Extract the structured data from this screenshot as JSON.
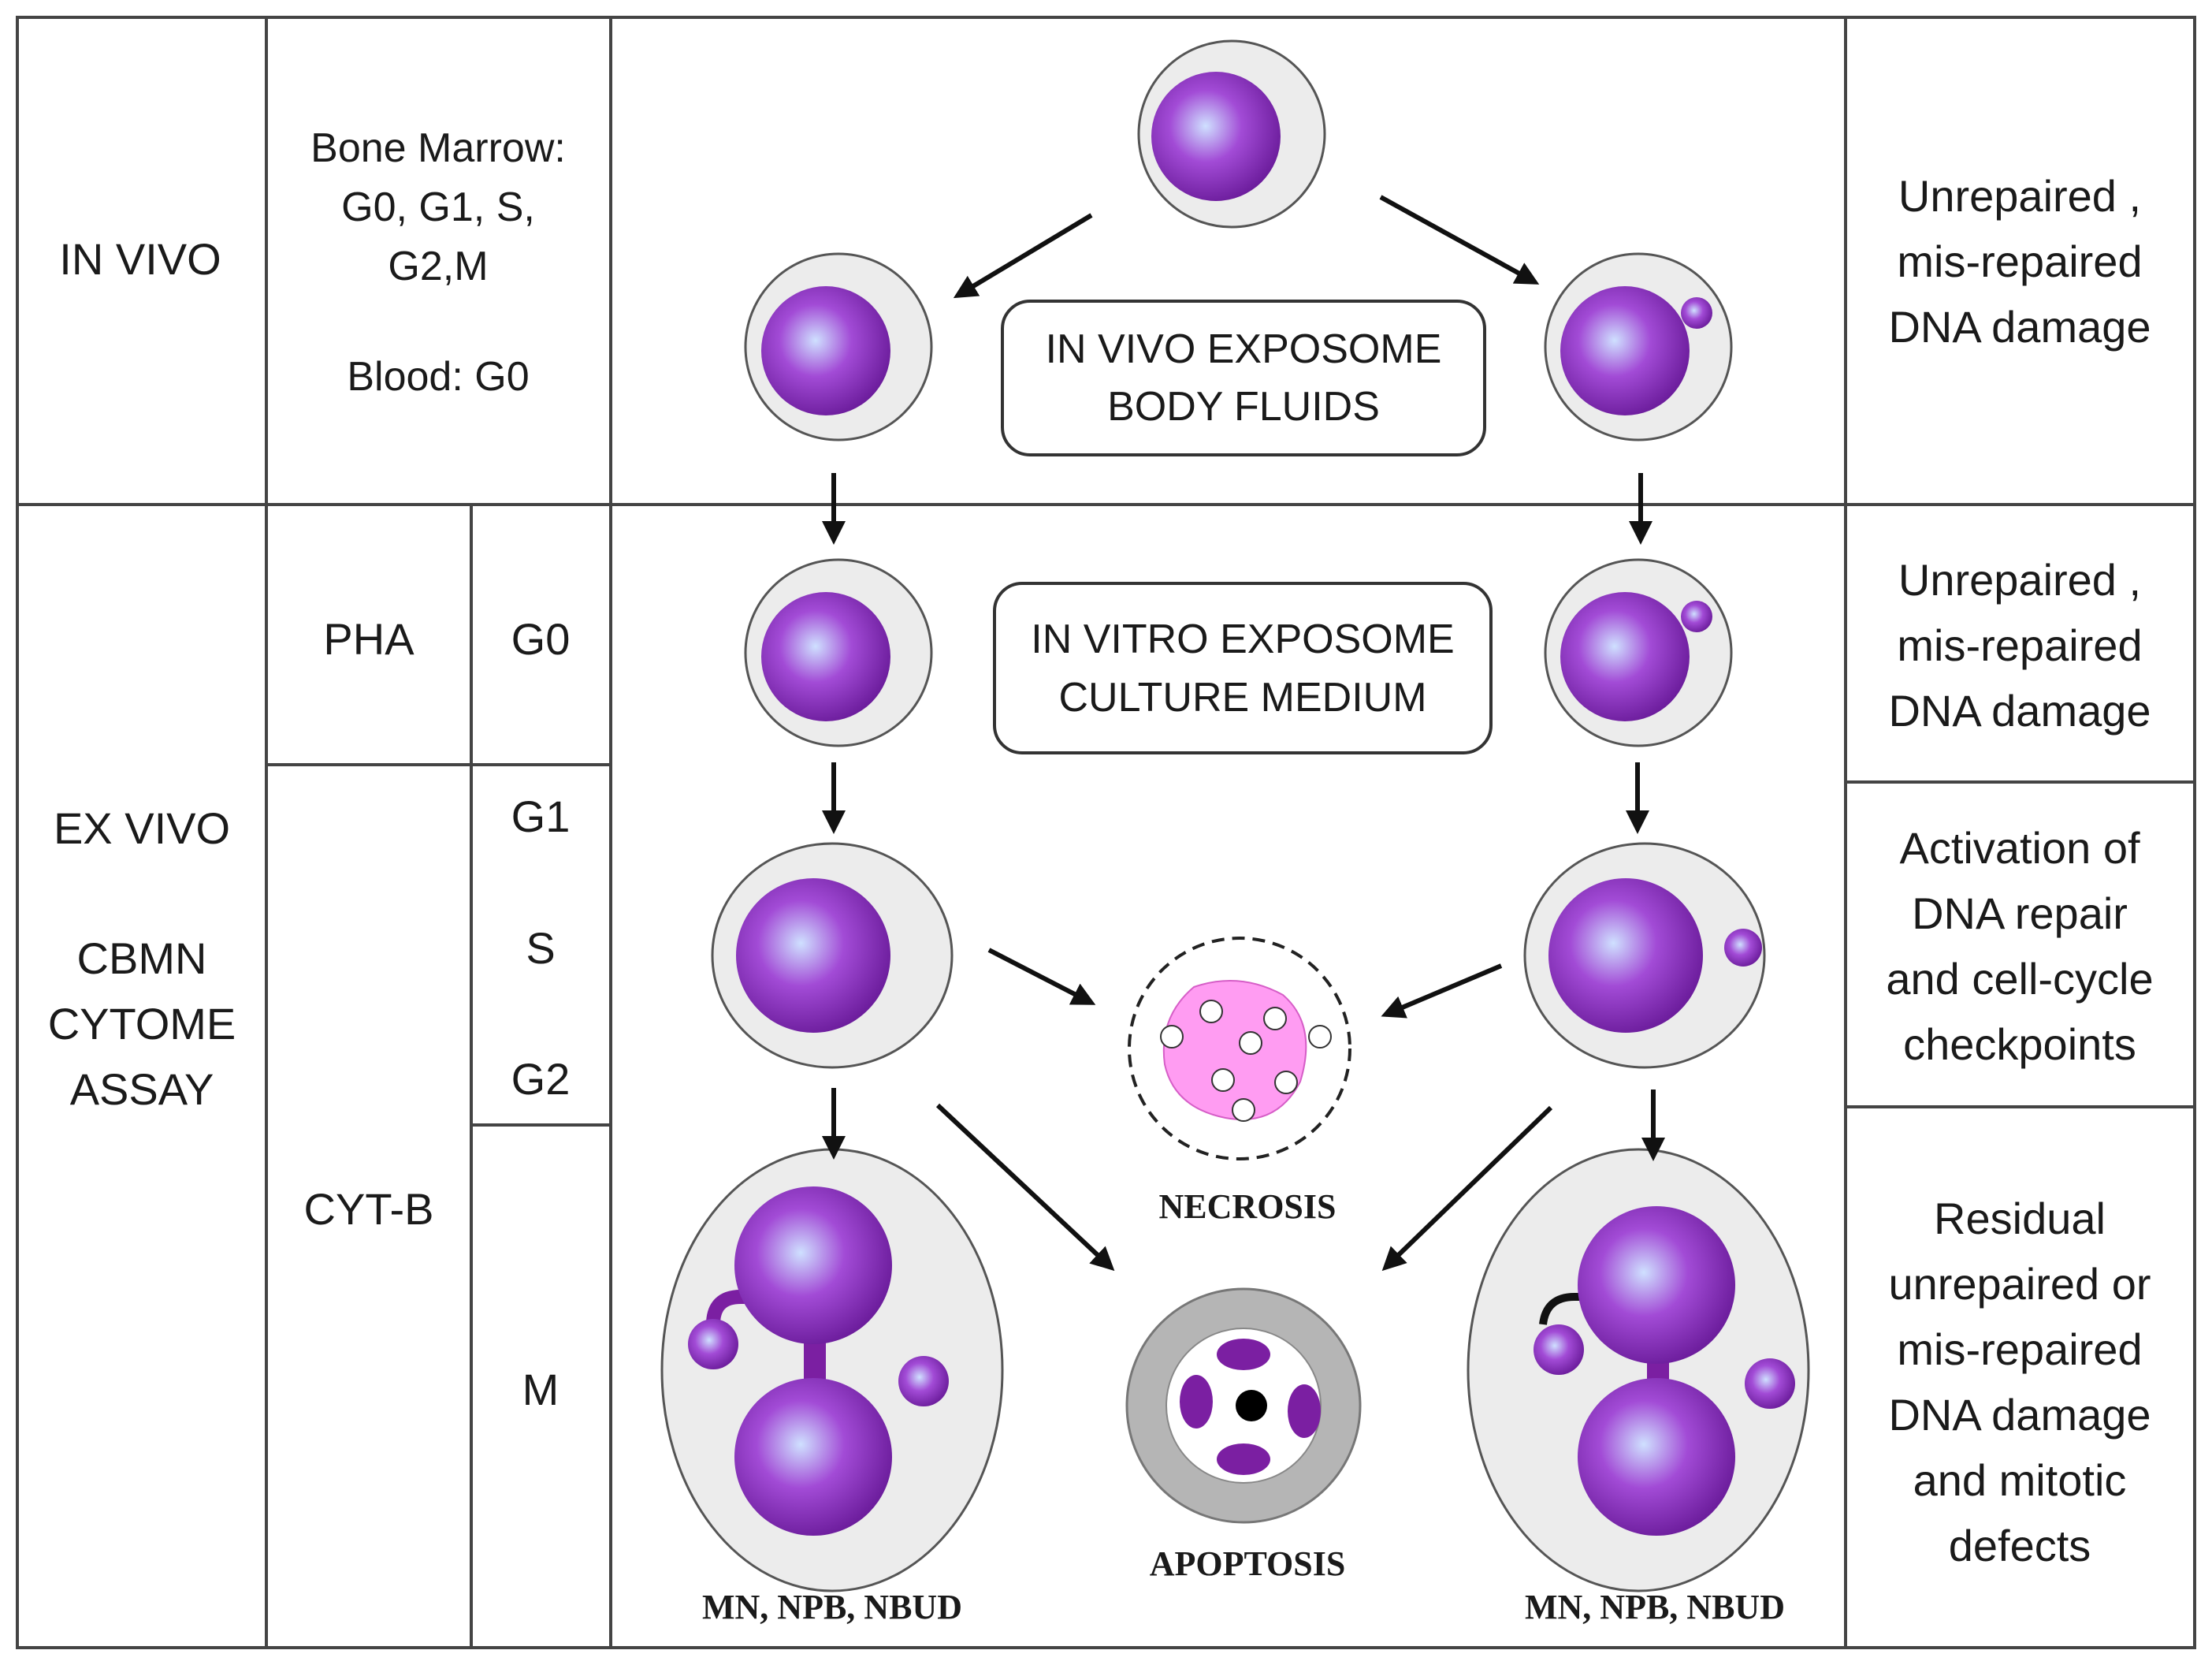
{
  "rows": {
    "in_vivo": {
      "label": "IN VIVO"
    },
    "ex_vivo": {
      "label": "EX VIVO",
      "assay_lines": [
        "CBMN",
        "CYTOME",
        "ASSAY"
      ]
    }
  },
  "sources": {
    "lines": [
      "Bone Marrow:",
      "G0, G1, S,",
      "G2,M"
    ],
    "blood": "Blood: G0"
  },
  "treatments": {
    "pha": "PHA",
    "cytb": "CYT-B"
  },
  "phases": {
    "g0": "G0",
    "g1": "G1",
    "s": "S",
    "g2": "G2",
    "m": "M"
  },
  "boxes": {
    "in_vivo": [
      "IN VIVO EXPOSOME",
      "BODY FLUIDS"
    ],
    "in_vitro": [
      "IN VITRO EXPOSOME",
      "CULTURE MEDIUM"
    ]
  },
  "captions": {
    "necrosis": "NECROSIS",
    "apoptosis": "APOPTOSIS",
    "outcome_left": "MN, NPB, NBUD",
    "outcome_right": "MN, NPB, NBUD"
  },
  "effects": {
    "in_vivo": [
      "Unrepaired ,",
      "mis-repaired",
      "DNA damage"
    ],
    "ex_vivo_1": [
      "Unrepaired ,",
      "mis-repaired",
      "DNA damage"
    ],
    "ex_vivo_2": [
      "Activation of",
      "DNA repair",
      "and cell-cycle",
      "checkpoints"
    ],
    "ex_vivo_3": [
      "Residual",
      "unrepaired or",
      "mis-repaired",
      "DNA damage",
      "and mitotic",
      "defects"
    ]
  },
  "colors": {
    "nucleus_center": "#cfe0ff",
    "nucleus_mid": "#a24bd6",
    "nucleus_edge": "#6a1b9a",
    "cytoplasm": "#ececec",
    "necrosis_fill": "#ff9cf2",
    "apoptosis_ring": "#b5b5b5",
    "apoptosis_body": "#7b1fa2"
  }
}
